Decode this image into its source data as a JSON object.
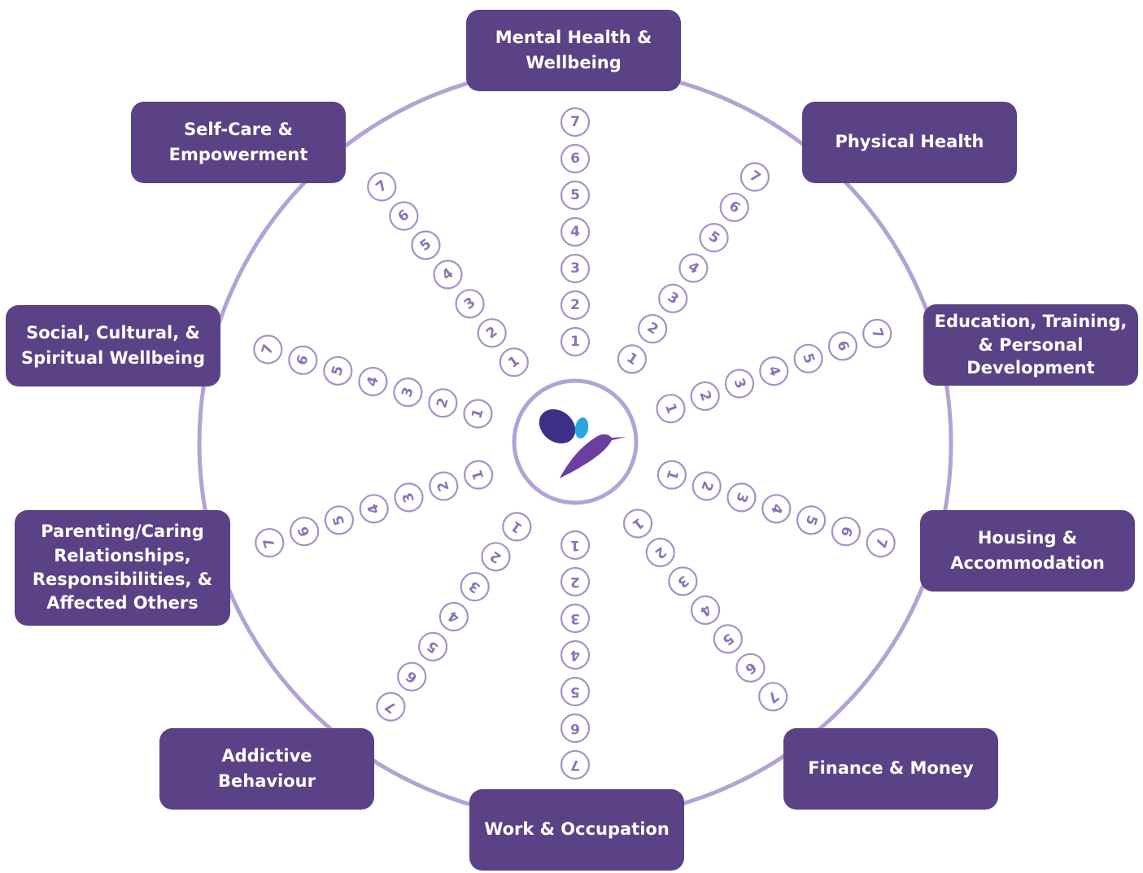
{
  "colors": {
    "box_fill": "#5b4185",
    "box_text": "#ffffff",
    "ring": "#b3a2d6",
    "step_stroke": "#a690c9",
    "step_text": "#8a72b6",
    "logo_wing_dark": "#3b2f86",
    "logo_wing_light": "#29a7df",
    "logo_body": "#6b3fa0"
  },
  "steps": [
    1,
    2,
    3,
    4,
    5,
    6,
    7
  ],
  "domains": [
    {
      "id": "mental-health",
      "label": "Mental Health &\nWellbeing"
    },
    {
      "id": "physical-health",
      "label": "Physical Health"
    },
    {
      "id": "education",
      "label": "Education, Training,\n& Personal\nDevelopment"
    },
    {
      "id": "housing",
      "label": "Housing &\nAccommodation"
    },
    {
      "id": "finance",
      "label": "Finance & Money"
    },
    {
      "id": "work",
      "label": "Work & Occupation"
    },
    {
      "id": "addictive-behaviour",
      "label": "Addictive\nBehaviour"
    },
    {
      "id": "parenting",
      "label": "Parenting/Caring\nRelationships,\nResponsibilities, &\nAffected Others"
    },
    {
      "id": "social",
      "label": "Social, Cultural, &\nSpiritual Wellbeing"
    },
    {
      "id": "self-care",
      "label": "Self-Care &\nEmpowerment"
    }
  ],
  "center_logo": {
    "icon": "hummingbird-icon"
  }
}
